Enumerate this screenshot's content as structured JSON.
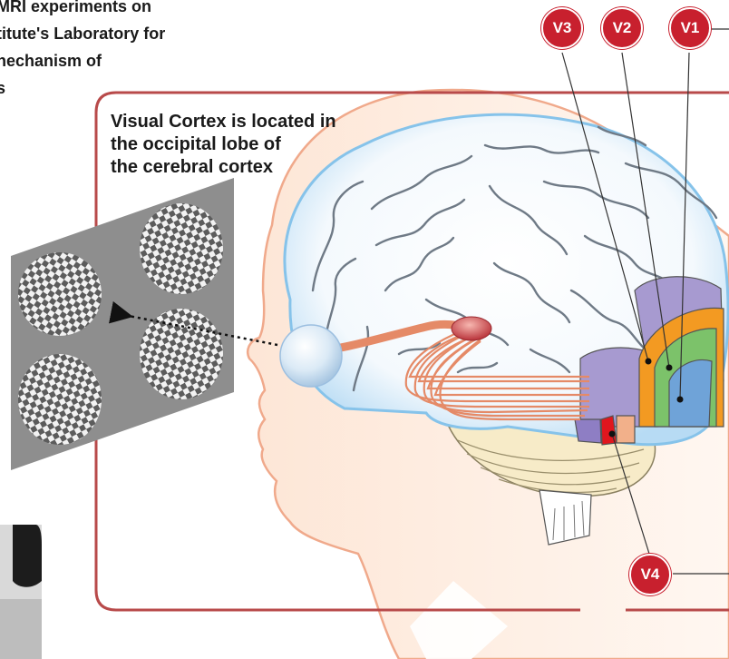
{
  "intro_lines": [
    "MRI experiments on",
    "titute's Laboratory for",
    "nechanism of",
    "s"
  ],
  "caption_lines": [
    "Visual Cortex is located in",
    "the occipital lobe of",
    "the cerebral cortex"
  ],
  "areas": {
    "v1": "V1",
    "v2": "V2",
    "v3": "V3",
    "v4": "V4"
  },
  "colors": {
    "frame": "#b84a4a",
    "badge": "#c8202e",
    "v1": "#6fa3d8",
    "v2": "#7cc26a",
    "v3": "#f39a22",
    "v4": "#e0161e",
    "extrastriate": "#a79ad0",
    "brain": "#cde6f7",
    "skin": "#fbe3d3",
    "optic_tract": "#e58a67"
  }
}
